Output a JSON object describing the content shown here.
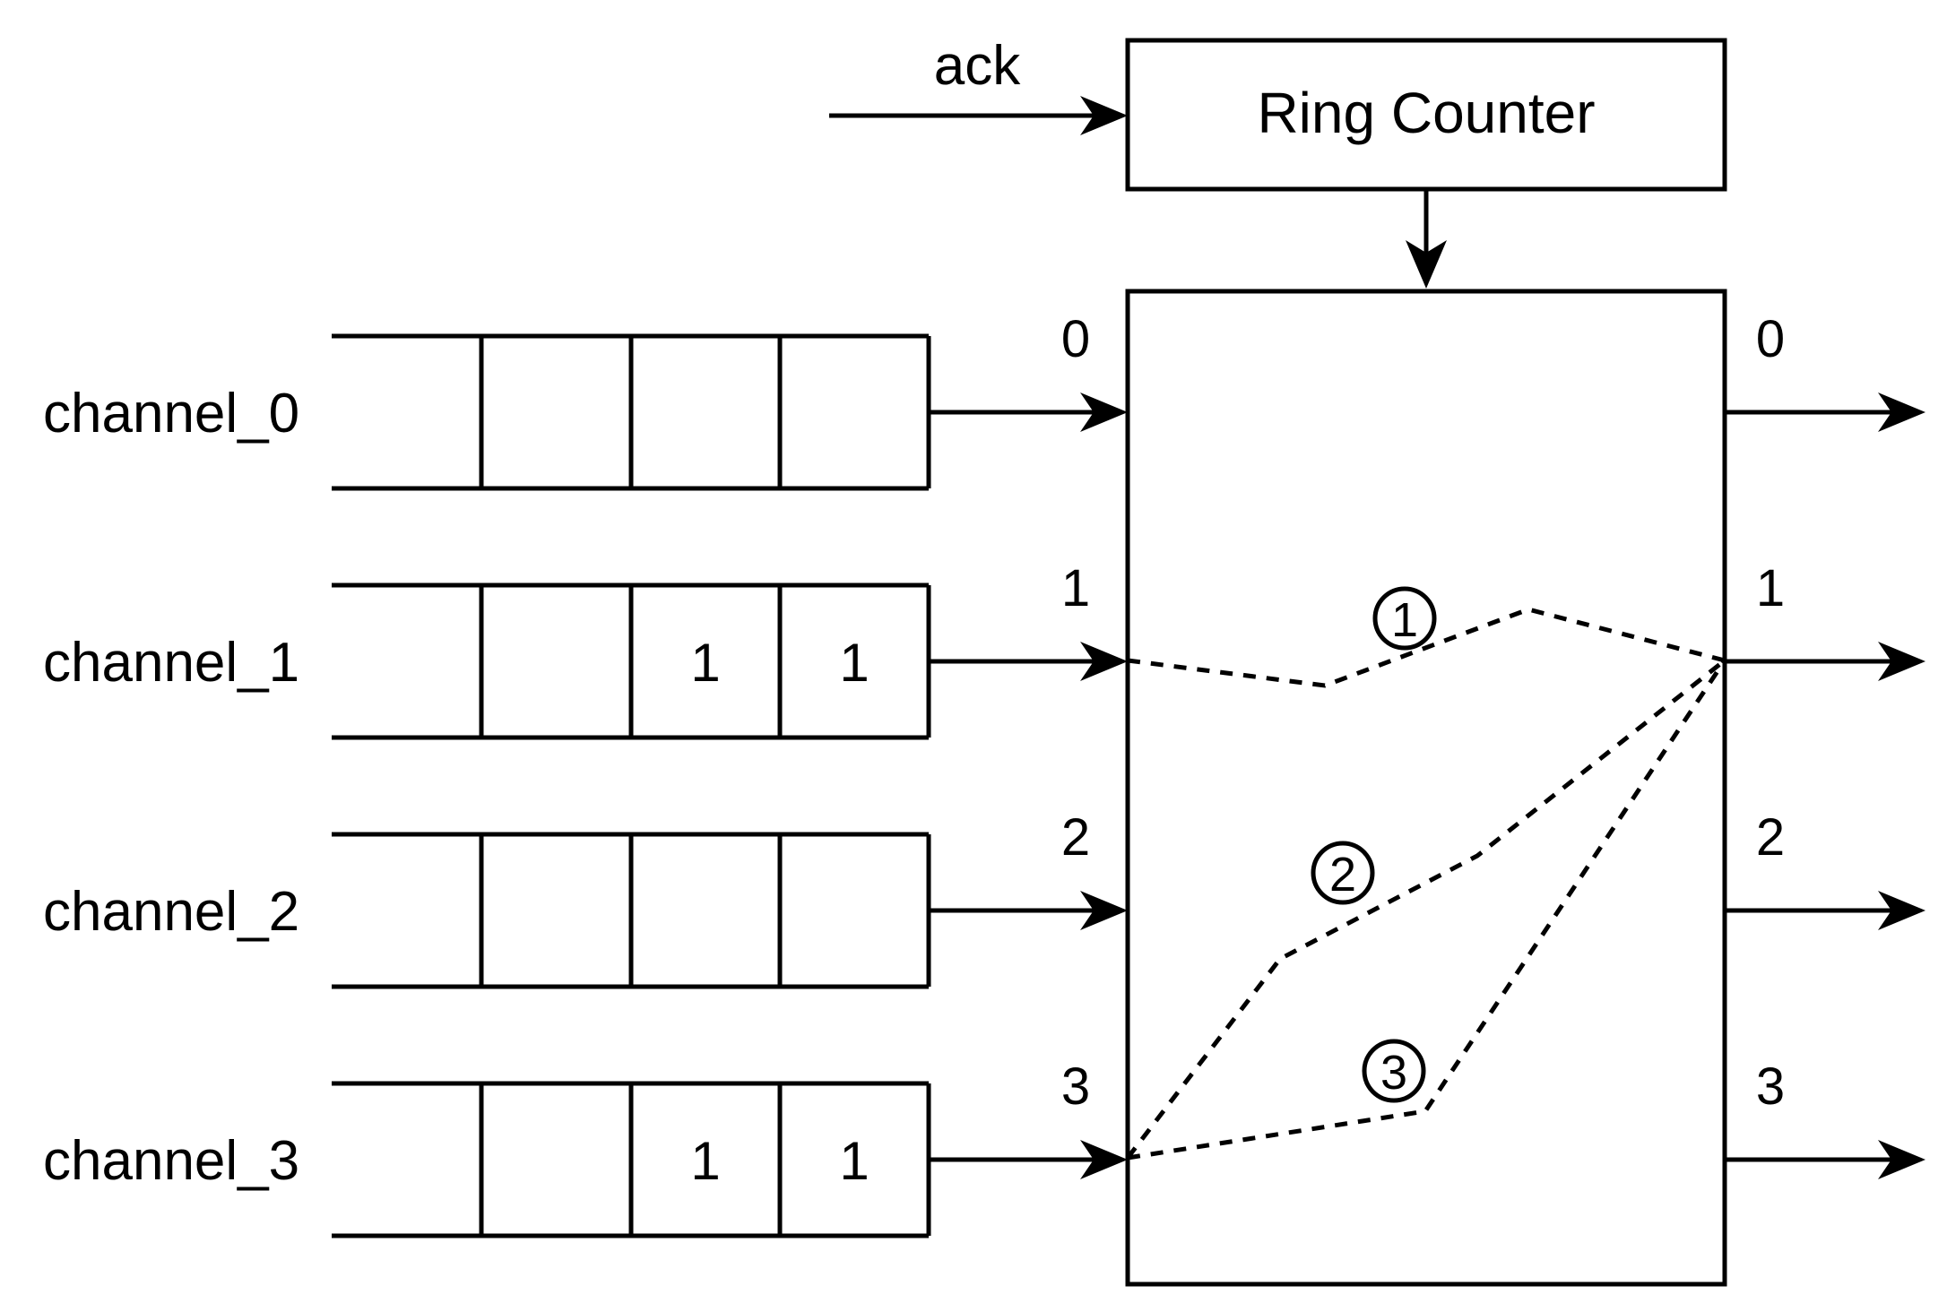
{
  "ack_label": "ack",
  "ring_counter_label": "Ring Counter",
  "channels": [
    {
      "name": "channel_0",
      "cells": [
        "",
        "",
        ""
      ]
    },
    {
      "name": "channel_1",
      "cells": [
        "",
        "1",
        "1"
      ]
    },
    {
      "name": "channel_2",
      "cells": [
        "",
        "",
        ""
      ]
    },
    {
      "name": "channel_3",
      "cells": [
        "",
        "1",
        "1"
      ]
    }
  ],
  "input_ports": [
    "0",
    "1",
    "2",
    "3"
  ],
  "output_ports": [
    "0",
    "1",
    "2",
    "3"
  ],
  "paths": [
    {
      "marker": "①"
    },
    {
      "marker": "②"
    },
    {
      "marker": "③"
    }
  ]
}
